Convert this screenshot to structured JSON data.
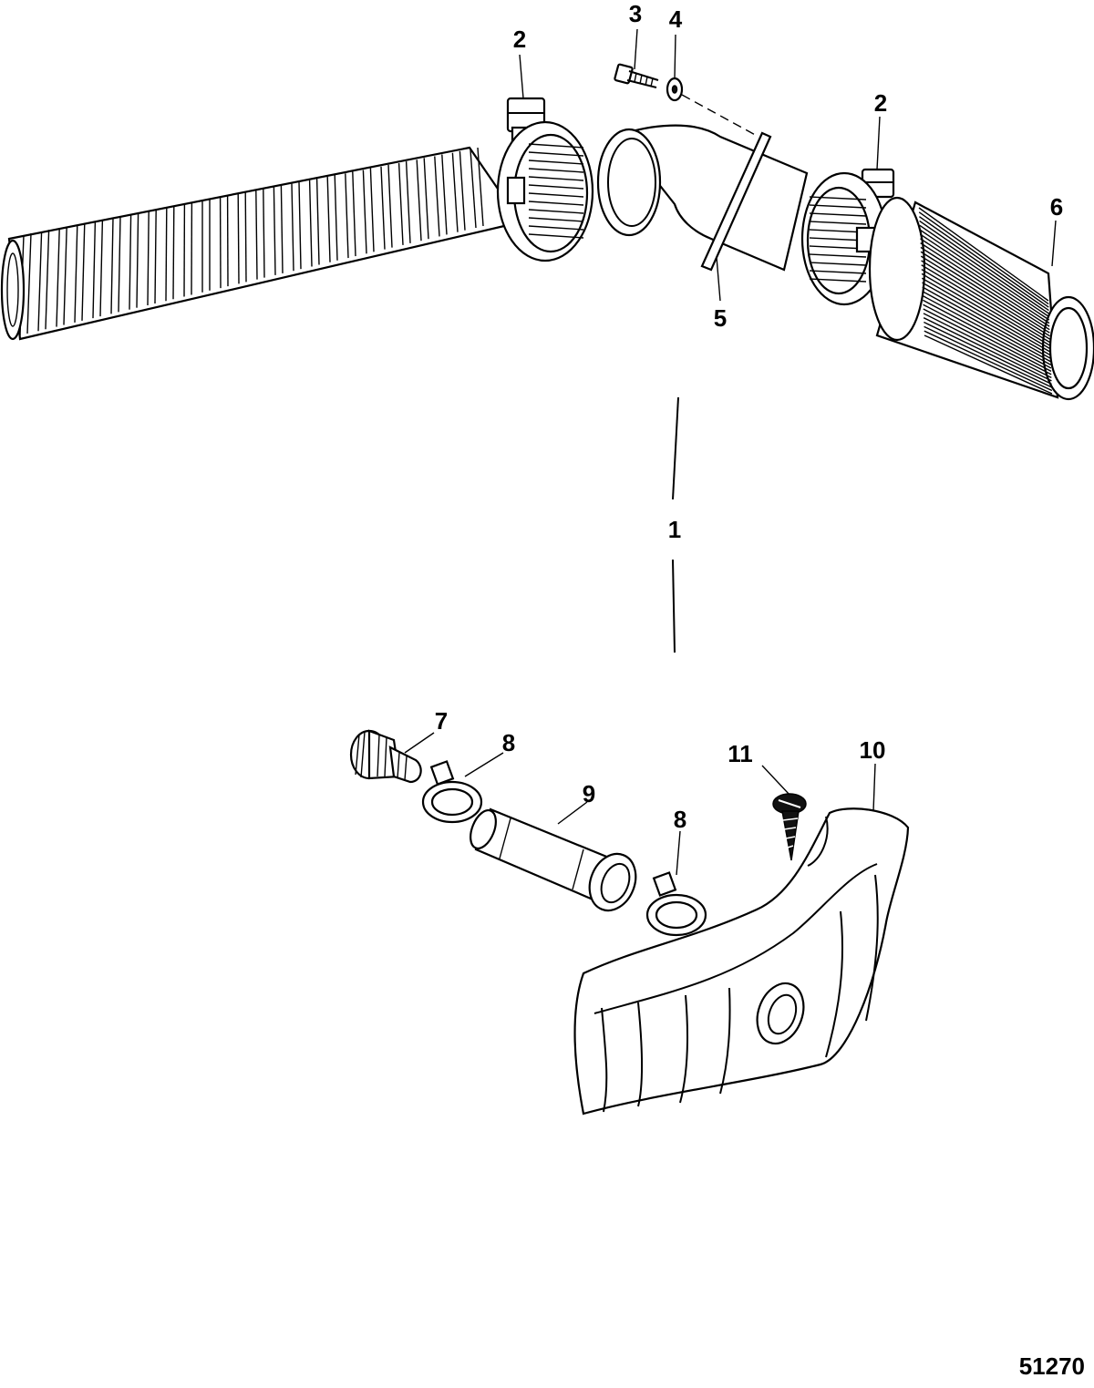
{
  "callouts": {
    "hose": "1",
    "clamp_upper_left": "2",
    "clamp_upper_right": "2",
    "screw": "3",
    "washer": "4",
    "gasket": "5",
    "filter": "6",
    "fitting": "7",
    "clamp_small_left": "8",
    "clamp_small_right": "8",
    "tube": "9",
    "cover": "10",
    "screw_tapping": "11"
  },
  "figure_id": "51270"
}
